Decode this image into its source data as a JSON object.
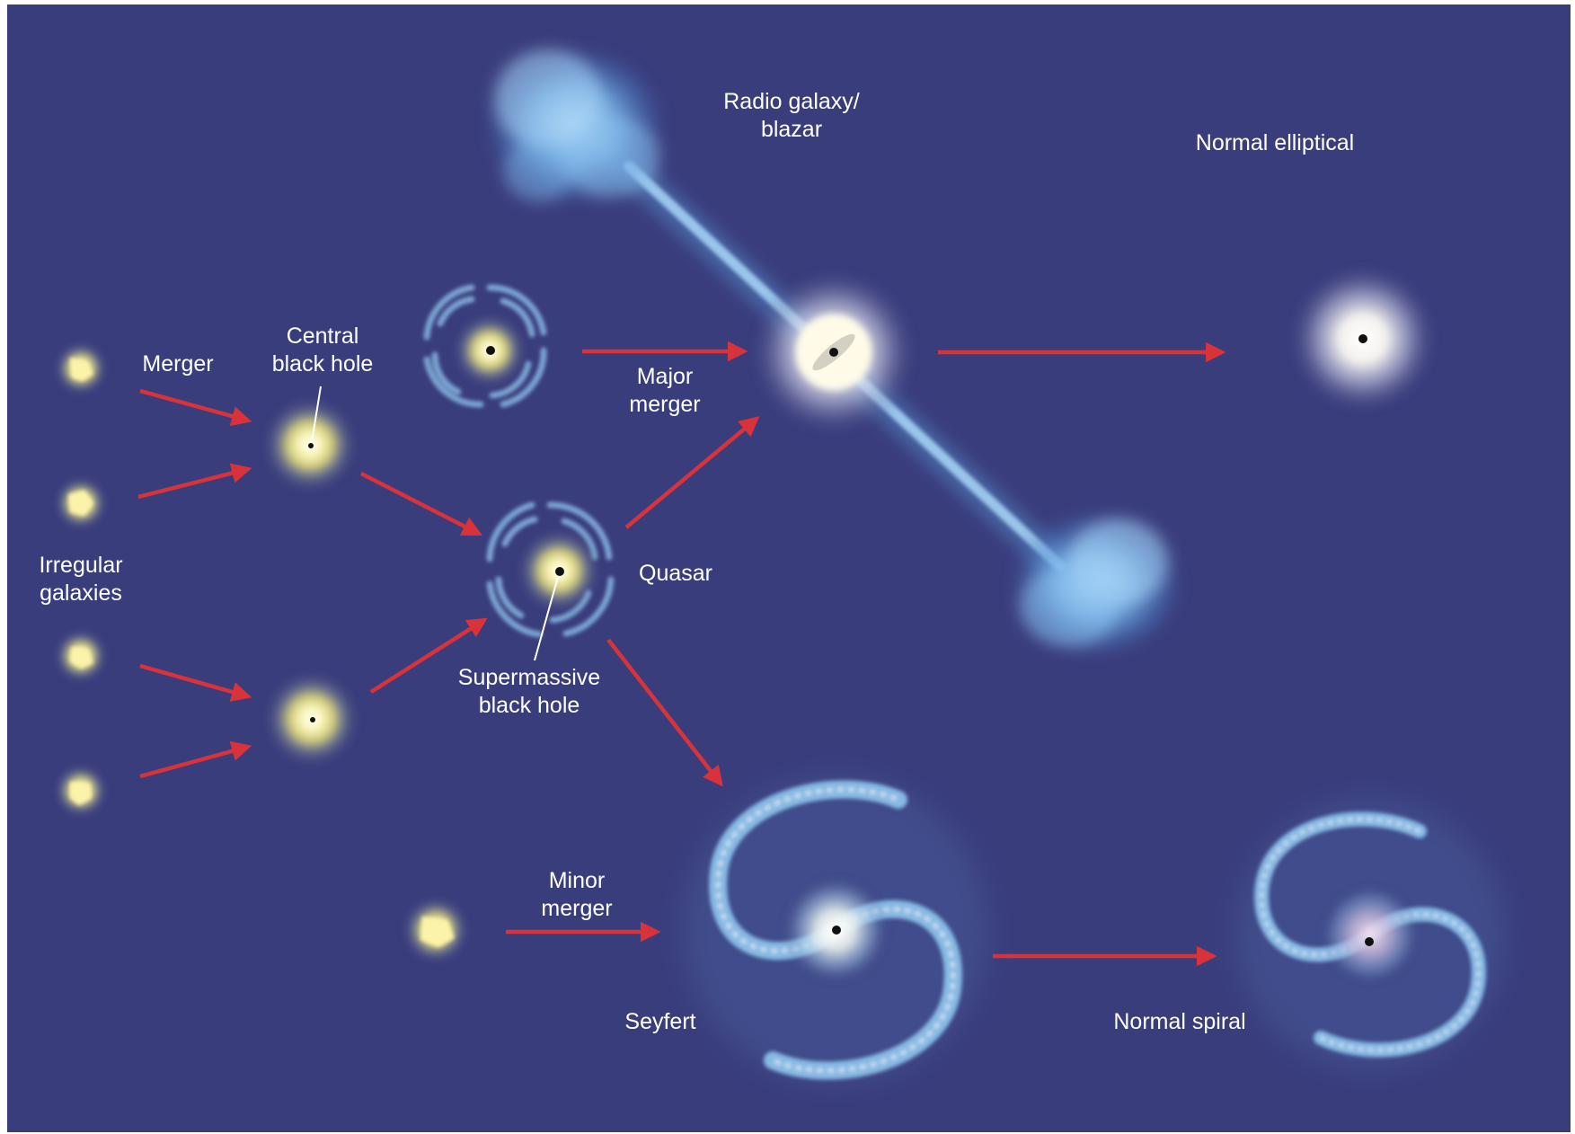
{
  "colors": {
    "background": "#3a3d7c",
    "arrow": "#d8333b",
    "jet": "#6fb6ee",
    "core_yellow": "#f7f2a0",
    "arm_blue": "#8fc6ee",
    "black_hole": "#111111"
  },
  "labels": {
    "radio_galaxy": [
      "Radio galaxy/",
      "blazar"
    ],
    "normal_elliptical": [
      "Normal elliptical"
    ],
    "merger": [
      "Merger"
    ],
    "central_black_hole": [
      "Central",
      "black hole"
    ],
    "major_merger": [
      "Major",
      "merger"
    ],
    "irregular_galaxies": [
      "Irregular",
      "galaxies"
    ],
    "quasar": [
      "Quasar"
    ],
    "supermassive_black_hole": [
      "Supermassive",
      "black hole"
    ],
    "minor_merger": [
      "Minor",
      "merger"
    ],
    "seyfert": [
      "Seyfert"
    ],
    "normal_spiral": [
      "Normal spiral"
    ]
  }
}
